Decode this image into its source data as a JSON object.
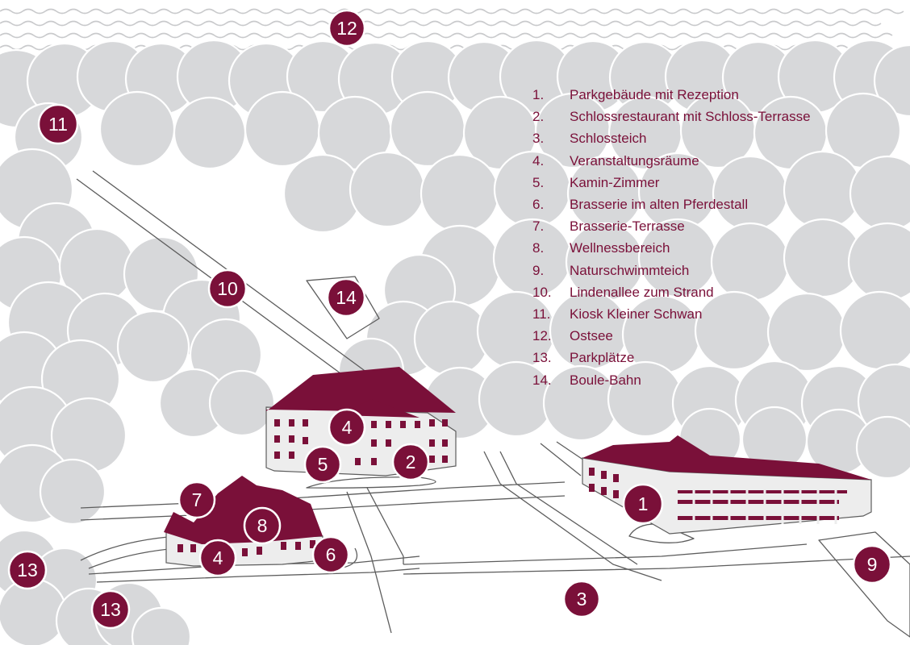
{
  "colors": {
    "maroon": "#7a1039",
    "trees": "#d7d8da",
    "tree_outline": "#ffffff",
    "wall": "#ededed",
    "path_lines": "#5d5d5d",
    "water_waves": "#c9cacc",
    "background": "#ffffff"
  },
  "legend": [
    {
      "num": "1.",
      "label": "Parkgebäude mit Rezeption"
    },
    {
      "num": "2.",
      "label": "Schlossrestaurant mit Schloss-Terrasse"
    },
    {
      "num": "3.",
      "label": "Schlossteich"
    },
    {
      "num": "4.",
      "label": "Veranstaltungsräume"
    },
    {
      "num": "5.",
      "label": "Kamin-Zimmer"
    },
    {
      "num": "6.",
      "label": "Brasserie im alten Pferdestall"
    },
    {
      "num": "7.",
      "label": "Brasserie-Terrasse"
    },
    {
      "num": "8.",
      "label": "Wellnessbereich"
    },
    {
      "num": "9.",
      "label": "Naturschwimmteich"
    },
    {
      "num": "10.",
      "label": "Lindenallee zum Strand"
    },
    {
      "num": "11.",
      "label": "Kiosk Kleiner Schwan"
    },
    {
      "num": "12.",
      "label": "Ostsee"
    },
    {
      "num": "13.",
      "label": "Parkplätze"
    },
    {
      "num": "14.",
      "label": "Boule-Bahn"
    }
  ],
  "markers": [
    {
      "label": "12"
    },
    {
      "label": "11"
    },
    {
      "label": "10"
    },
    {
      "label": "14"
    },
    {
      "label": "4"
    },
    {
      "label": "5"
    },
    {
      "label": "2"
    },
    {
      "label": "1"
    },
    {
      "label": "7"
    },
    {
      "label": "8"
    },
    {
      "label": "4"
    },
    {
      "label": "6"
    },
    {
      "label": "13"
    },
    {
      "label": "13"
    },
    {
      "label": "3"
    },
    {
      "label": "9"
    }
  ]
}
